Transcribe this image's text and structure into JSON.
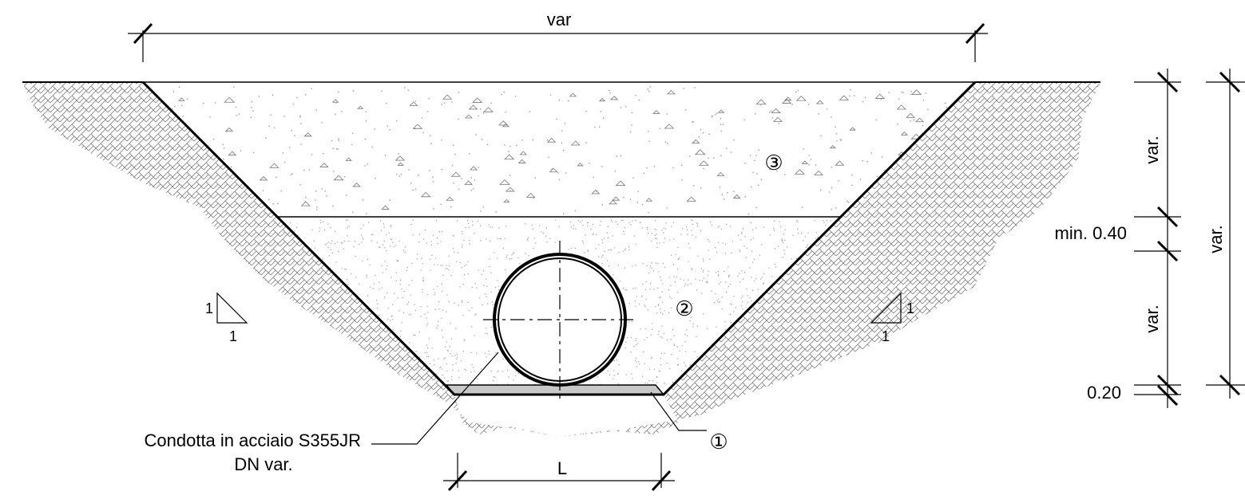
{
  "dimensions": {
    "top_width": "var",
    "bottom_width": "L",
    "right_upper": "var.",
    "right_middle": "min. 0.40",
    "right_lower": "var.",
    "right_bottom": "0.20",
    "right_total": "var."
  },
  "slopes": {
    "left_vertical": "1",
    "left_horizontal": "1",
    "right_vertical": "1",
    "right_horizontal": "1"
  },
  "layers": {
    "bedding": "①",
    "pipe_zone_fill": "②",
    "backfill": "③"
  },
  "pipe_label": {
    "line1": "Condotta in acciaio S355JR",
    "line2": "DN var."
  },
  "colors": {
    "line": "#000000",
    "hatch": "#6e6e6e",
    "speckle": "#9a9a9a"
  }
}
